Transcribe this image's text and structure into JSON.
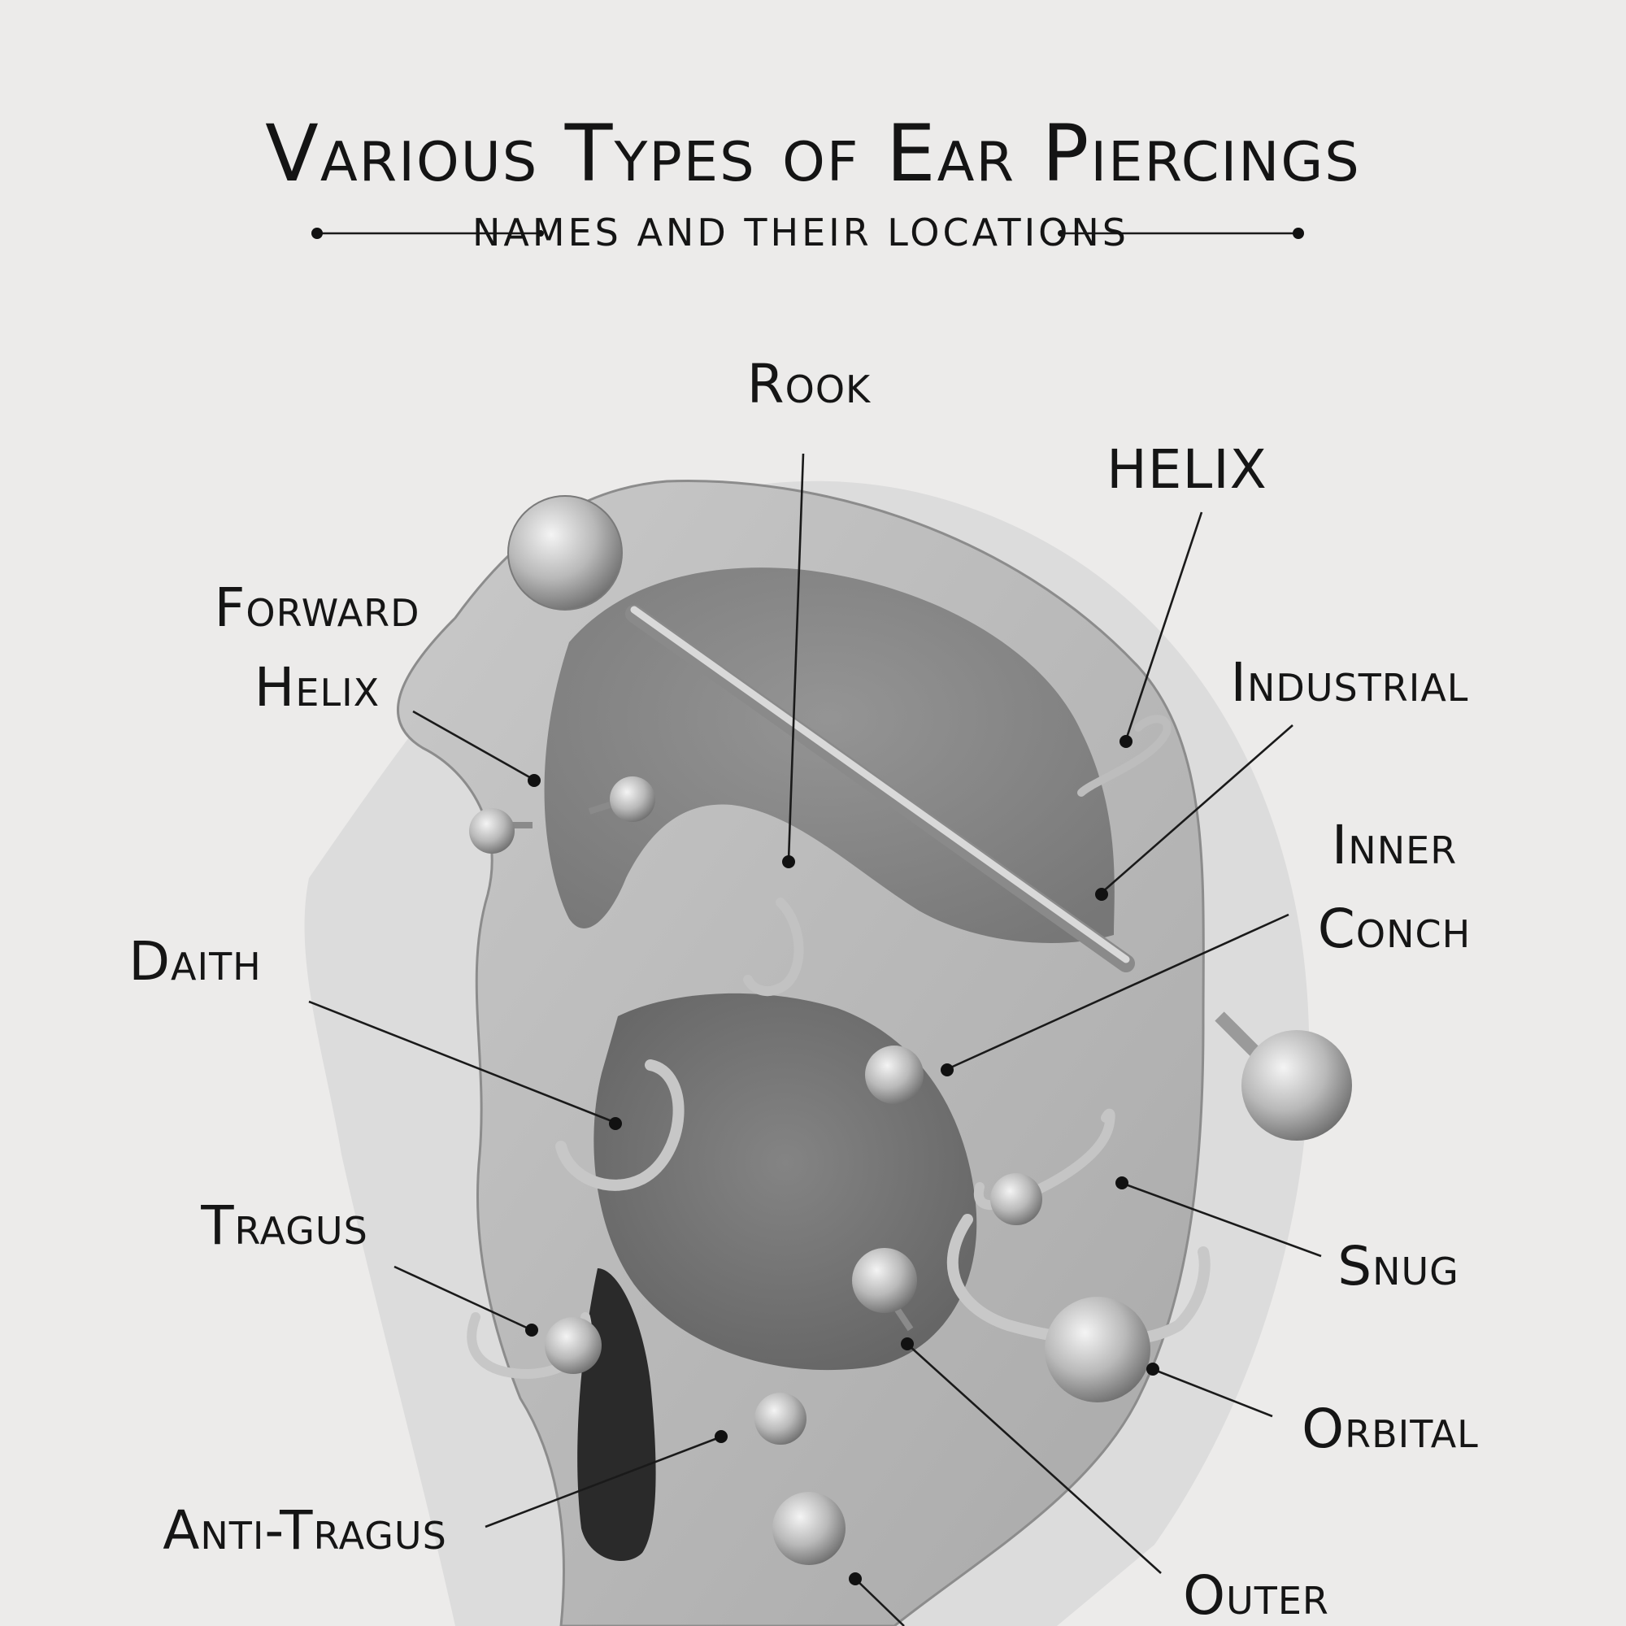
{
  "title": "Various Types of Ear Piercings",
  "subtitle": "NAMES AND THEIR LOCATIONS",
  "labels": {
    "rook": "Rook",
    "helix": "HELIX",
    "forward_helix_1": "Forward",
    "forward_helix_2": "Helix",
    "industrial": "Industrial",
    "inner_conch_1": "Inner",
    "inner_conch_2": "Conch",
    "daith": "Daith",
    "tragus": "Tragus",
    "snug": "Snug",
    "orbital": "Orbital",
    "anti_tragus": "Anti-Tragus",
    "outer": "Outer"
  }
}
